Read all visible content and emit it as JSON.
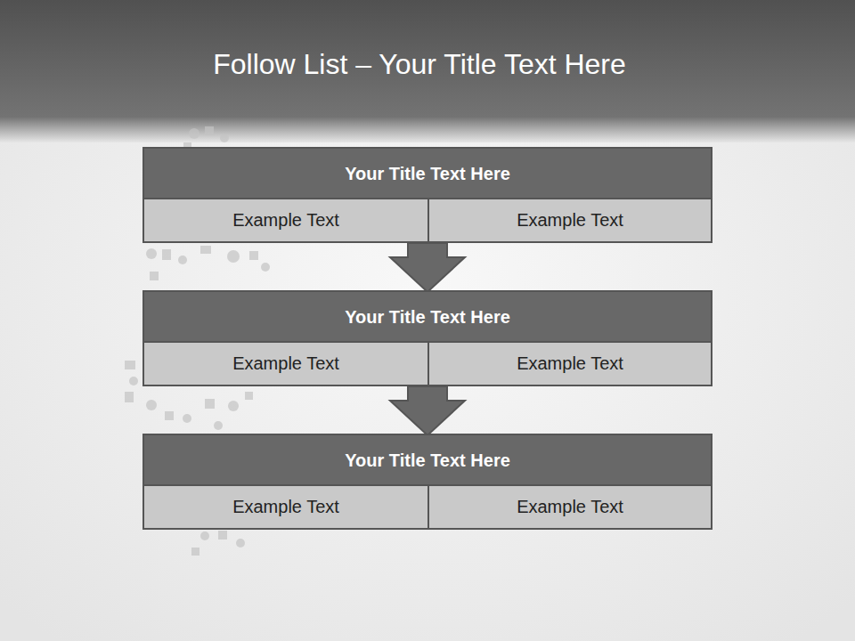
{
  "diagram": {
    "title": "Follow List – Your Title Text Here",
    "nodes": [
      {
        "text": [
          "Your Title Text Here"
        ]
      },
      {
        "text": [
          "Example Text"
        ],
        "in": 0
      },
      {
        "text": [
          "Example Text"
        ],
        "in": 0
      },
      {
        "text": [
          "Your Title Text Here"
        ]
      },
      {
        "text": [
          "Example Text"
        ],
        "in": 3
      },
      {
        "text": [
          "Example Text"
        ],
        "in": 3
      },
      {
        "text": [
          "Your Title Text Here"
        ]
      },
      {
        "text": [
          "Example Text"
        ],
        "in": 6
      },
      {
        "text": [
          "Example Text"
        ],
        "in": 6
      }
    ],
    "edges": [
      {
        "from": 0,
        "to": 3,
        "arrow": "to"
      },
      {
        "from": 3,
        "to": 6,
        "arrow": "to"
      }
    ]
  }
}
